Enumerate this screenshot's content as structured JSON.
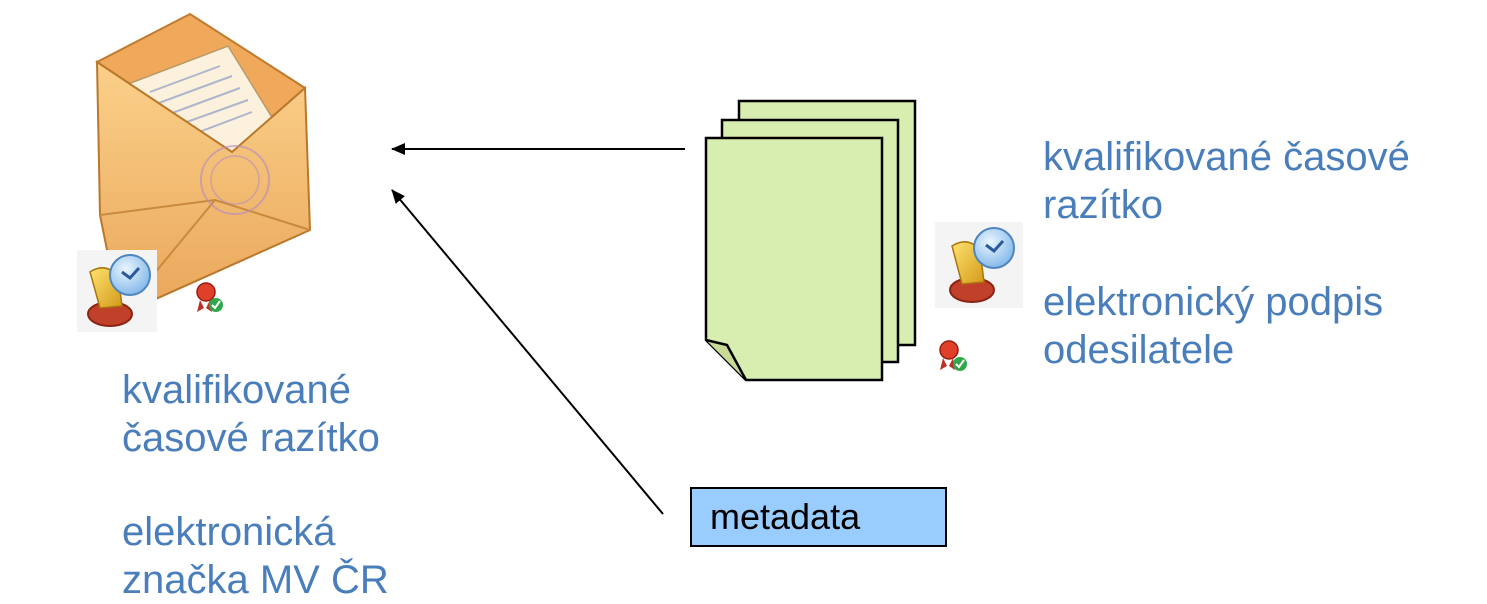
{
  "left": {
    "timestamp_text": [
      "kvalifikované",
      "časové razítko"
    ],
    "mark_text": [
      "elektronická",
      "značka MV ČR"
    ]
  },
  "right": {
    "timestamp_text": [
      "kvalifikované časové",
      "razítko"
    ],
    "signature_text": [
      "elektronický podpis",
      "odesilatele"
    ]
  },
  "metadata_label": "metadata",
  "colors": {
    "text_blue": "#4a7ebb",
    "document_fill": "#d8edb0",
    "metadata_fill": "#99ccff",
    "envelope": "#f3b562"
  },
  "icons": [
    "envelope-icon",
    "timestamp-stamp-icon",
    "certificate-seal-icon",
    "document-stack-icon"
  ]
}
